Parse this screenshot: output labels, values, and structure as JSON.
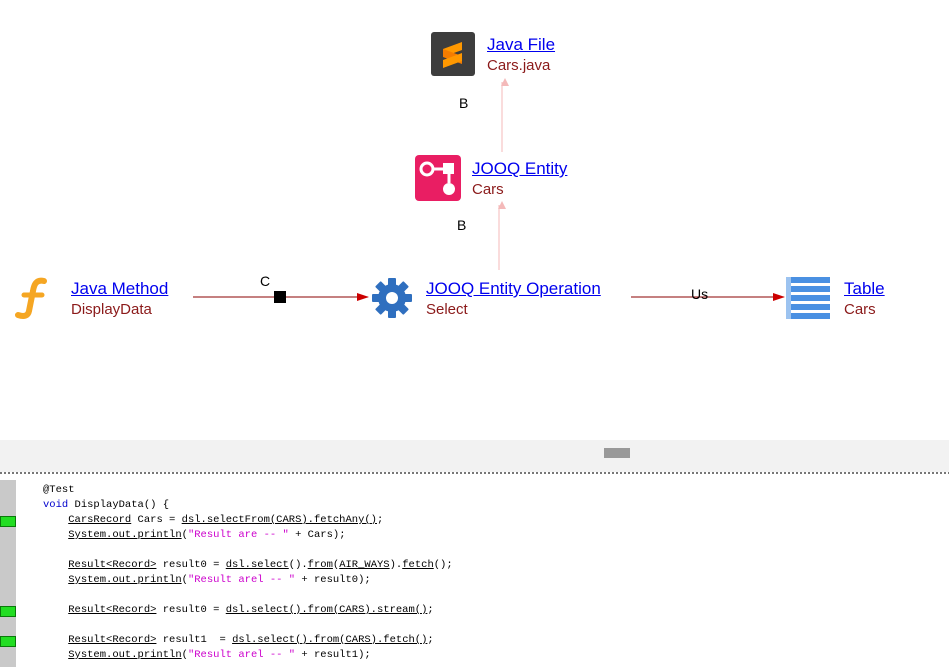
{
  "graph": {
    "nodes": {
      "java_file": {
        "title": "Java File",
        "subtitle": "Cars.java"
      },
      "jooq_entity": {
        "title": "JOOQ Entity",
        "subtitle": "Cars"
      },
      "java_method": {
        "title": "Java Method",
        "subtitle": "DisplayData"
      },
      "jooq_entity_operation": {
        "title": "JOOQ Entity Operation",
        "subtitle": "Select"
      },
      "table": {
        "title": "Table",
        "subtitle": "Cars"
      }
    },
    "edges": {
      "entity_to_file": "B",
      "operation_to_entity": "B",
      "method_to_operation": "C",
      "operation_to_table": "Us"
    }
  },
  "code": {
    "annotation": "@Test",
    "keyword_void": "void",
    "method_sig": " DisplayData() {",
    "l3_a": "CarsRecord",
    "l3_b": " Cars = ",
    "l3_c": "dsl.selectFrom(CARS).fetchAny()",
    "l3_d": ";",
    "l4_a": "System.out.println",
    "l4_b": "(",
    "l4_str": "\"Result are -- \"",
    "l4_c": " + Cars);",
    "l6_a": "Result<Record>",
    "l6_b": " result0 = ",
    "l6_c": "dsl.select",
    "l6_d": "().",
    "l6_e": "from",
    "l6_f": "(",
    "l6_g": "AIR_WAYS",
    "l6_h": ").",
    "l6_i": "fetch",
    "l6_j": "();",
    "l7_a": "System.out.println",
    "l7_b": "(",
    "l7_str": "\"Result arel -- \"",
    "l7_c": " + result0);",
    "l9_a": "Result<Record>",
    "l9_b": " result0 = ",
    "l9_c": "dsl.select().from(CARS).stream()",
    "l9_d": ";",
    "l11_a": "Result<Record>",
    "l11_b": " result1  = ",
    "l11_c": "dsl.select().from(CARS).fetch()",
    "l11_d": ";",
    "l12_a": "System.out.println",
    "l12_b": "(",
    "l12_str": "\"Result arel -- \"",
    "l12_c": " + result1);"
  },
  "colors": {
    "link": "#0000ee",
    "subtitle": "#8b1a1a",
    "edge_dark": "#8b0000",
    "edge_light": "#f4b9b9",
    "marker": "#22dd22"
  },
  "icons": {
    "java_file": "sublime-file-icon",
    "jooq_entity": "entity-diagram-icon",
    "java_method": "function-icon",
    "jooq_entity_operation": "gear-icon",
    "table": "table-icon"
  }
}
